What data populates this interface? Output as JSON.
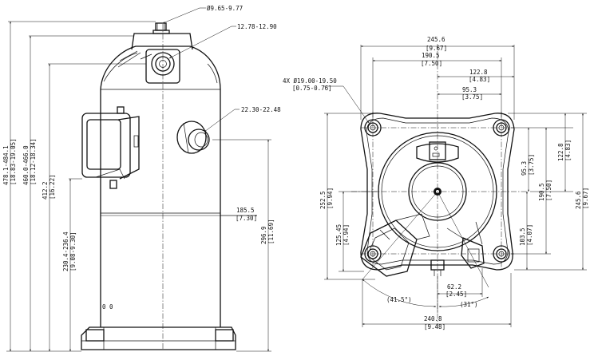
{
  "side_view": {
    "dims": {
      "fitting_top": "Ø9.65-9.77",
      "suction": "12.78-12.90",
      "discharge": "22.30-22.48",
      "h_overall_mm": "478.1-484.1",
      "h_overall_in": "[18.83-19.05]",
      "h_body_mm": "460.0-466.0",
      "h_body_in": "[18.12-18.34]",
      "h_412_mm": "412.2",
      "h_412_in": "[16.22]",
      "h_box_mm": "230.4-236.4",
      "h_box_in": "[9.08-9.30]",
      "offset_mm": "185.5",
      "offset_in": "[7.30]",
      "h_port_mm": "296.9",
      "h_port_in": "[11.69]"
    },
    "note": "0 0"
  },
  "top_view": {
    "dims": {
      "width_mm": "245.6",
      "width_in": "[9.67]",
      "holes_mm": "190.5",
      "holes_in": "[7.50]",
      "half_mm": "122.8",
      "half_in": "[4.83]",
      "center_mm": "95.3",
      "center_in": "[3.75]",
      "mount_holes": "4X Ø19.00-19.50",
      "mount_holes_in": "[0.75-0.76]",
      "left_h_mm": "252.5",
      "left_h_in": "[9.94]",
      "left_inner_mm": "125.45",
      "left_inner_in": "[4.94]",
      "r95_mm": "95.3",
      "r95_in": "[3.75]",
      "r190_mm": "190.5",
      "r190_in": "[7.50]",
      "r122_mm": "122.8",
      "r122_in": "[4.83]",
      "r245_mm": "245.6",
      "r245_in": "[9.67]",
      "r103_mm": "103.5",
      "r103_in": "[4.07]",
      "b62_mm": "62.2",
      "b62_in": "[2.45]",
      "angle_left": "(41.5°)",
      "angle_right": "(31°)",
      "base_mm": "240.8",
      "base_in": "[9.48]"
    }
  }
}
